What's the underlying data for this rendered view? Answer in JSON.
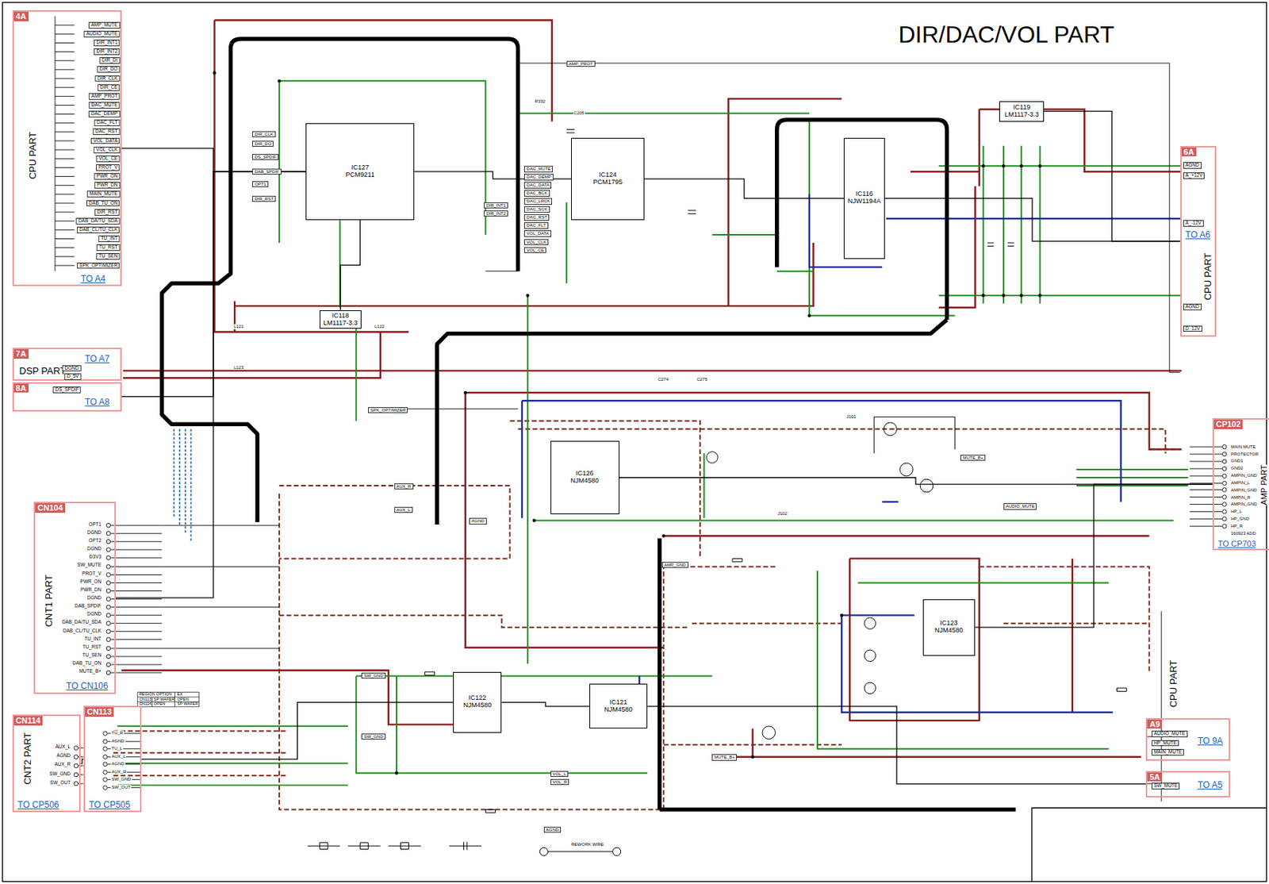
{
  "diagram": {
    "title": "DIR/DAC/VOL PART",
    "nodes": [
      {
        "text": [
          "4A",
          "CPU PART",
          "TO A4"
        ]
      },
      {
        "text": [
          "7A",
          "DSP PART",
          "TO A7"
        ]
      },
      {
        "text": [
          "8A",
          "TO A8"
        ]
      },
      {
        "text": [
          "6A",
          "CPU PART",
          "TO A6"
        ]
      },
      {
        "text": [
          "CP102",
          "AMP PART",
          "TO CP703"
        ]
      },
      {
        "text": [
          "CN104",
          "CNT1 PART",
          "TO CN106"
        ]
      },
      {
        "text": [
          "CN114",
          "CNT2 PART",
          "TO CP506"
        ]
      },
      {
        "text": [
          "CN113",
          "TO CP505"
        ]
      },
      {
        "text": [
          "A9",
          "TO 9A"
        ]
      },
      {
        "text": [
          "5A",
          "TO A5"
        ]
      },
      {
        "text": [
          "IC127",
          "PCM9211"
        ]
      },
      {
        "text": [
          "IC124",
          "PCM1795"
        ]
      },
      {
        "text": [
          "IC116",
          "NJW1194A"
        ]
      },
      {
        "text": [
          "IC118",
          "LM1117-3.3"
        ]
      },
      {
        "text": [
          "IC119",
          "LM1117-3.3"
        ]
      },
      {
        "text": [
          "IC122",
          "NJM4580"
        ]
      },
      {
        "text": [
          "IC121",
          "NJM4580"
        ]
      },
      {
        "text": [
          "IC123",
          "NJM4580"
        ]
      },
      {
        "text": [
          "IC126",
          "NJM4580"
        ]
      }
    ],
    "edges": [
      {
        "from": 0,
        "to": 10,
        "arrow": "none"
      },
      {
        "from": 2,
        "to": 10,
        "arrow": "none"
      },
      {
        "from": 5,
        "to": 10,
        "arrow": "none"
      },
      {
        "from": 13,
        "to": 10,
        "arrow": "none"
      },
      {
        "from": 10,
        "to": 11,
        "arrow": "none"
      },
      {
        "from": 11,
        "to": 12,
        "arrow": "none"
      },
      {
        "from": 12,
        "to": 3,
        "arrow": "none"
      },
      {
        "from": 14,
        "to": 3,
        "arrow": "none"
      },
      {
        "from": 18,
        "to": 4,
        "arrow": "none"
      },
      {
        "from": 17,
        "to": 4,
        "arrow": "none"
      },
      {
        "from": 6,
        "to": 7,
        "arrow": "none"
      },
      {
        "from": 7,
        "to": 15,
        "arrow": "none"
      },
      {
        "from": 15,
        "to": 16,
        "arrow": "none"
      },
      {
        "from": 16,
        "to": 9,
        "arrow": "none"
      }
    ],
    "labels": [
      "AMP_MUTE",
      "AUDIO_MUTE",
      "DIR_INT1",
      "DIR_INT2",
      "DIR_DI",
      "DIR_DO",
      "DIR_CLK",
      "DIR_CE",
      "AMP_PROT",
      "DAC_MUTE",
      "DAC_DEMP",
      "DAC_FLT",
      "DAC_RST",
      "VOL_DATA",
      "VOL_CLK",
      "VOL_CE",
      "PROT_V",
      "PWR_ON",
      "PWR_DN",
      "MAIN_MUTE",
      "DAB_TU_ON",
      "DIR_RST",
      "DAB_DA/TU_SDA",
      "DAB_CL/TU_CLK",
      "TU_INT",
      "TU_RST",
      "TU_SEN",
      "SPK_OPTIMIZER",
      "OPT1",
      "DGND",
      "OPT2",
      "DGND",
      "D3V3",
      "SW_MUTE",
      "PROT_V",
      "PWR_ON",
      "PWR_DN",
      "DGND",
      "DAB_SPDIF",
      "DGND",
      "DAB_DA/TU_SDA",
      "DAB_CL/TU_CLK",
      "TU_INT",
      "TU_RST",
      "TU_SEN",
      "DAB_TU_ON",
      "MUTE_B+",
      "MAIN MUTE",
      "PROTECTOR",
      "GND1",
      "GND2",
      "AMPIN_GND",
      "AMPIN_L",
      "AMPIN_GND",
      "AMPIN_R",
      "AMPIN_GND",
      "HP_L",
      "HP_GND",
      "HP_R",
      "160923 ADD",
      "AUX_L",
      "AGND",
      "AUX_R",
      "SW_GND",
      "SW_OUT",
      "TU_R",
      "AGND",
      "TU_L",
      "AUX_L",
      "AGND",
      "AUX_R",
      "SW_GND",
      "SW_OUT",
      "AUDIO_MUTE",
      "HP_MUTE",
      "MAIN_MUTE",
      "SW_MUTE",
      "AGND",
      "A_+12V",
      "A_-12V",
      "AGND",
      "D_12V",
      "DGND",
      "D_5V",
      "DS_SPDIF",
      "DAC_MUTE",
      "DAC_DEMP",
      "DAC_DATA",
      "DAC_BCK",
      "DAC_LRCK",
      "DAC_SCK",
      "DAC_RST",
      "DAC_FLT",
      "VOL_DATA",
      "VOL_CLK",
      "VOL_CE",
      "DIR_CLK",
      "DIR_DO",
      "DS_SPDIF",
      "DAB_SPDIF",
      "OPT1",
      "DIR_RST",
      "DIR_INT1",
      "DIR_INT2",
      "AMP_PROT",
      "SPK_OPTIMIZER",
      "MUTE_B+",
      "AUDIO_MUTE",
      "MUTE_B+",
      "SW_GND",
      "SW_GND",
      "AGND",
      "AUX_R",
      "AUX_L",
      "VOL_L",
      "VOL_R",
      "AGND",
      "REWORK WIRE",
      "AMP_GND",
      "L121",
      "L122",
      "L123",
      "C205",
      "R332",
      "C274",
      "C275",
      "J101",
      "J102",
      "CPU PART",
      "REGION OPTION",
      "EX",
      "CN113",
      "SP WAFER",
      "OPEN",
      "CN114",
      "OPEN",
      "SP WAFER"
    ]
  }
}
